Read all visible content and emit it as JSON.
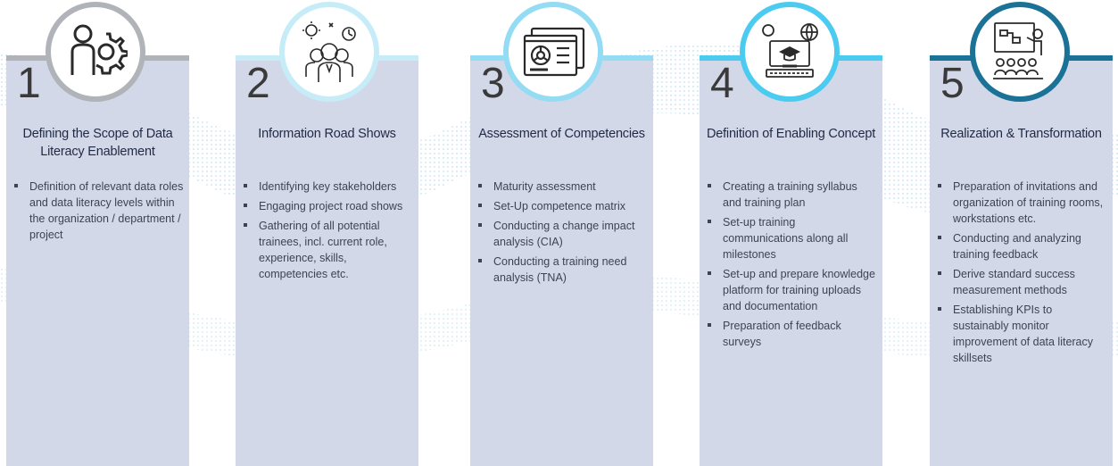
{
  "steps": [
    {
      "number": "1",
      "title": "Defining the Scope of Data Literacy Enablement",
      "icon": "user-gear-icon",
      "accent": "#b0b3b8",
      "bullets": [
        "Definition of relevant data roles and data literacy levels within the organization / department / project"
      ]
    },
    {
      "number": "2",
      "title": "Information Road Shows",
      "icon": "team-presentation-icon",
      "accent": "#c6ecf8",
      "bullets": [
        "Identifying key stakeholders",
        "Engaging project road shows",
        "Gathering of all potential trainees, incl. current role, experience, skills, competencies etc."
      ]
    },
    {
      "number": "3",
      "title": "Assessment of Competencies",
      "icon": "dashboard-chart-icon",
      "accent": "#93dcf4",
      "bullets": [
        "Maturity assessment",
        "Set-Up competence matrix",
        "Conducting a change impact analysis (CIA)",
        "Conducting a training need analysis (TNA)"
      ]
    },
    {
      "number": "4",
      "title": "Definition of Enabling Concept",
      "icon": "elearning-laptop-icon",
      "accent": "#4ccbf0",
      "bullets": [
        "Creating a training syllabus and training plan",
        "Set-up training communications along all milestones",
        "Set-up and prepare knowledge platform for training uploads and documentation",
        "Preparation of feedback surveys"
      ]
    },
    {
      "number": "5",
      "title": "Realization & Transformation",
      "icon": "classroom-training-icon",
      "accent": "#1a7296",
      "bullets": [
        "Preparation of invitations and organization of training rooms, workstations etc.",
        "Conducting and analyzing training feedback",
        "Derive standard success measurement methods",
        "Establishing KPIs to sustainably monitor improvement of data literacy skillsets"
      ]
    }
  ]
}
